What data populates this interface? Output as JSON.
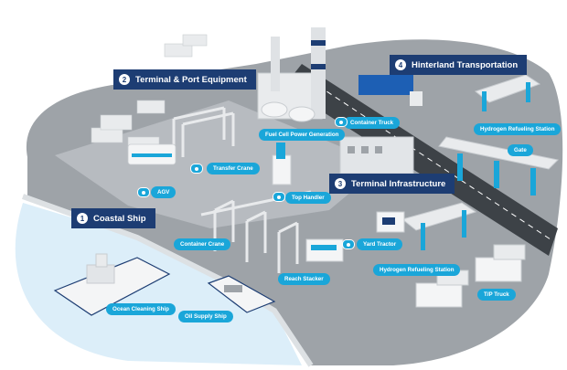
{
  "sections": [
    {
      "number": "1",
      "title": "Coastal Ship"
    },
    {
      "number": "2",
      "title": "Terminal & Port Equipment"
    },
    {
      "number": "3",
      "title": "Terminal Infrastructure"
    },
    {
      "number": "4",
      "title": "Hinterland Transportation"
    }
  ],
  "labels": {
    "ocean_cleaning_ship": "Ocean Cleaning Ship",
    "oil_supply_ship": "Oil Supply Ship",
    "agv": "AGV",
    "transfer_crane": "Transfer Crane",
    "container_crane": "Container Crane",
    "reach_stacker": "Reach Stacker",
    "top_handler": "Top Handler",
    "fuel_cell_power_generation": "Fuel Cell Power Generation",
    "container_truck": "Container Truck",
    "yard_tractor": "Yard Tractor",
    "hydrogen_refueling_station_1": "Hydrogen Refueling Station",
    "hydrogen_refueling_station_2": "Hydrogen Refueling Station",
    "gate": "Gate",
    "tp_truck": "T/P Truck"
  },
  "colors": {
    "label_navy": "#1d3d73",
    "pill_blue": "#1aa6d9",
    "water": "#dceef9",
    "ground": "#9ea3a8",
    "road": "#3d4247"
  }
}
